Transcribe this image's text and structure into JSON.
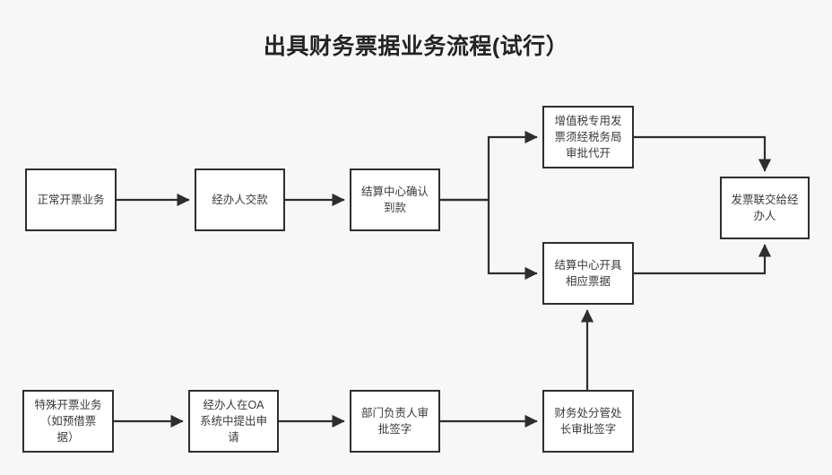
{
  "page": {
    "title": "出具财务票据业务流程(试行）",
    "background_color": "#f7f7f7",
    "box_fill_color": "#ffffff",
    "line_color": "#2e2e2e",
    "text_color": "#3a3a3a"
  },
  "nodes": [
    {
      "id": "normal-invoice-business",
      "label": "正常开票业务"
    },
    {
      "id": "handler-pays",
      "label": "经办人交款"
    },
    {
      "id": "settlement-center-confirm",
      "label": "结算中心确认\n到款"
    },
    {
      "id": "vat-special-invoice-tax-bureau",
      "label": "增值税专用发\n票须经税务局\n审批代开"
    },
    {
      "id": "settlement-center-issue",
      "label": "结算中心开具\n相应票据"
    },
    {
      "id": "invoice-copy-to-handler",
      "label": "发票联交给经\n办人"
    },
    {
      "id": "special-invoice-business",
      "label": "特殊开票业务\n（如预借票\n据）"
    },
    {
      "id": "handler-oa-application",
      "label": "经办人在OA\n系统中提出申\n请"
    },
    {
      "id": "department-head-approval",
      "label": "部门负责人审\n批签字"
    },
    {
      "id": "finance-director-approval",
      "label": "财务处分管处\n长审批签字"
    }
  ],
  "edges": [
    {
      "from": "normal-invoice-business",
      "to": "handler-pays"
    },
    {
      "from": "handler-pays",
      "to": "settlement-center-confirm"
    },
    {
      "from": "settlement-center-confirm",
      "to": "vat-special-invoice-tax-bureau"
    },
    {
      "from": "settlement-center-confirm",
      "to": "settlement-center-issue"
    },
    {
      "from": "vat-special-invoice-tax-bureau",
      "to": "invoice-copy-to-handler"
    },
    {
      "from": "settlement-center-issue",
      "to": "invoice-copy-to-handler"
    },
    {
      "from": "special-invoice-business",
      "to": "handler-oa-application"
    },
    {
      "from": "handler-oa-application",
      "to": "department-head-approval"
    },
    {
      "from": "department-head-approval",
      "to": "finance-director-approval"
    },
    {
      "from": "finance-director-approval",
      "to": "settlement-center-issue"
    }
  ]
}
